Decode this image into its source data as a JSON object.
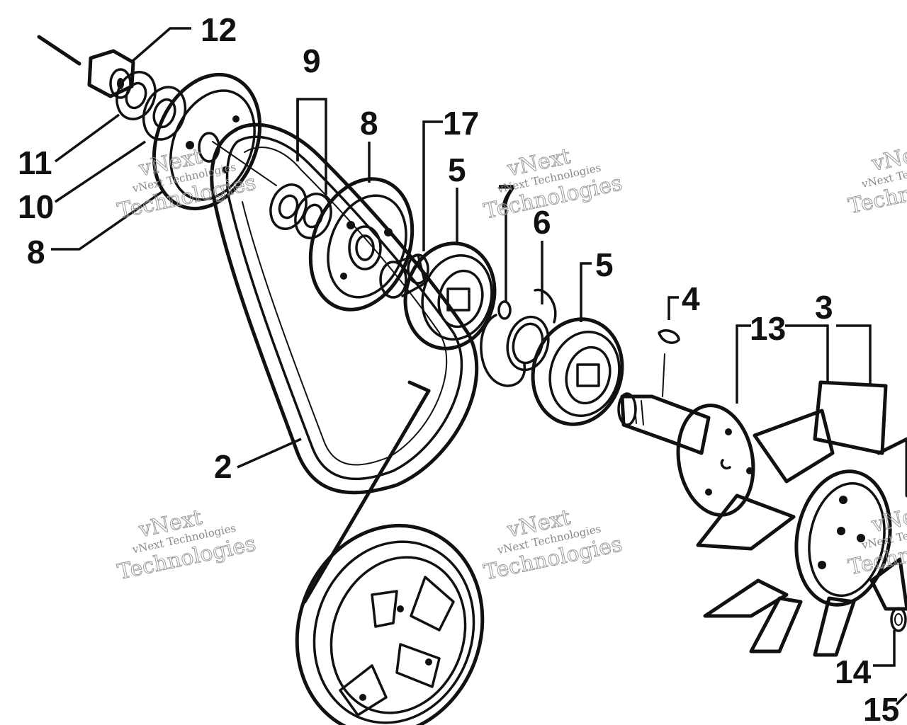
{
  "diagram": {
    "labels": {
      "l12": "12",
      "l11": "11",
      "l10": "10",
      "l8a": "8",
      "l9": "9",
      "l8b": "8",
      "l17": "17",
      "l5a": "5",
      "l7": "7",
      "l6": "6",
      "l5b": "5",
      "l4": "4",
      "l13": "13",
      "l3": "3",
      "l2": "2",
      "l14": "14",
      "l15": "15"
    },
    "watermark": {
      "brand": "vNext",
      "line1": "Technologies",
      "small": "vNext Technologies"
    }
  }
}
